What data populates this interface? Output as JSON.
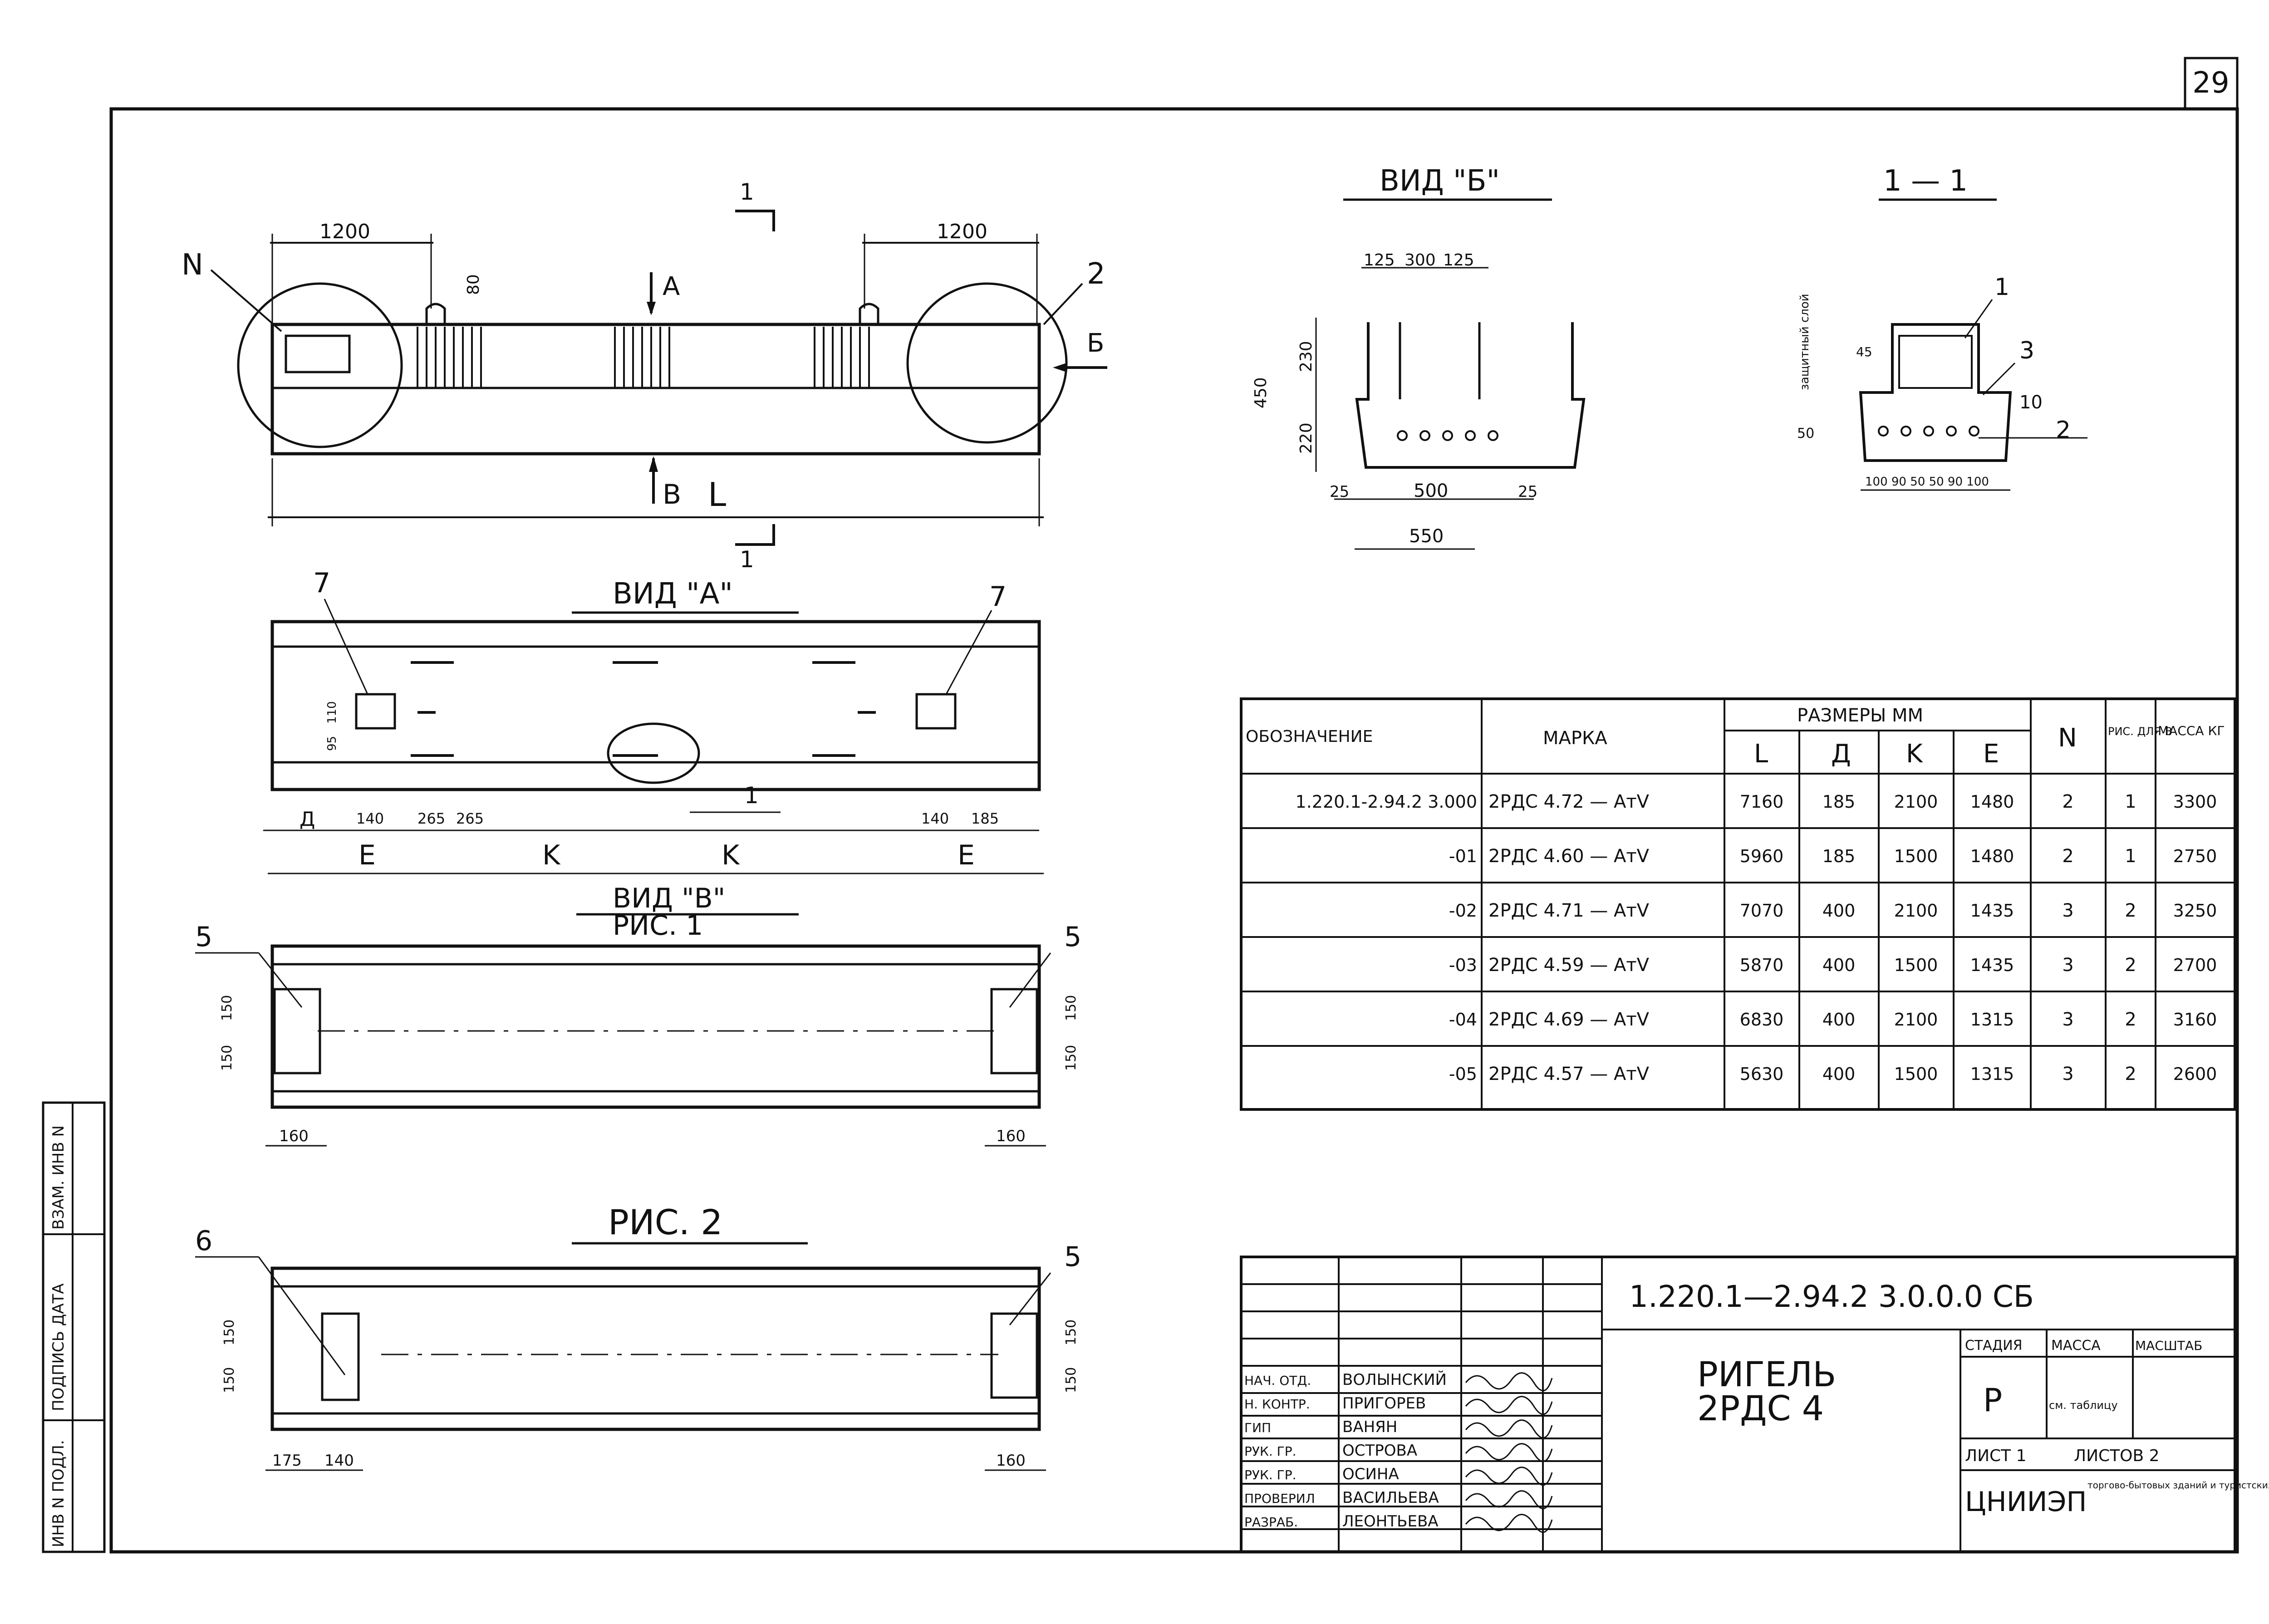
{
  "sheet_number": "29",
  "left_strip": [
    "ИНВ N ПОДЛ.",
    "ПОДПИСЬ  ДАТА",
    "ВЗАМ. ИНВ N"
  ],
  "elevation": {
    "dim_left": "1200",
    "dim_right": "1200",
    "dim_80": "80",
    "label_n": "N",
    "label_2": "2",
    "section_1": "1",
    "arrow_a": "A",
    "arrow_b": "Б",
    "arrow_v": "B",
    "dim_l": "L"
  },
  "view_b": {
    "title": "ВИД \"Б\"",
    "dims": {
      "top_125a": "125",
      "top_300": "300",
      "top_125b": "125",
      "h_450": "450",
      "h_230": "230",
      "h_220": "220",
      "b_25a": "25",
      "b_500": "500",
      "b_25b": "25",
      "b_550": "550"
    }
  },
  "section_1_1": {
    "title": "1 — 1",
    "cover_label": "защитный слой",
    "labels": {
      "l1": "1",
      "l3": "3",
      "l10": "10",
      "l2": "2",
      "d45": "45",
      "d50": "50"
    },
    "bottom_dims": "100 90 50 50 90 100"
  },
  "view_a": {
    "title": "ВИД \"А\"",
    "label_7a": "7",
    "label_7b": "7",
    "label_1": "1",
    "dims_left": [
      "95",
      "110"
    ],
    "dims_row": [
      "Д",
      "140",
      "265",
      "265",
      "140",
      "185"
    ],
    "dims_bottom": [
      "E",
      "K",
      "K",
      "E"
    ]
  },
  "view_v": {
    "title": "ВИД \"В\"",
    "subtitle": "РИС. 1",
    "label_5a": "5",
    "label_5b": "5",
    "dims": [
      "150",
      "150",
      "150",
      "150",
      "160",
      "160"
    ]
  },
  "fig2": {
    "title": "РИС. 2",
    "label_6": "6",
    "label_5": "5",
    "dims": [
      "150",
      "150",
      "150",
      "150",
      "175",
      "140",
      "160"
    ]
  },
  "table": {
    "headers": {
      "designation": "ОБОЗНАЧЕНИЕ",
      "mark": "МАРКА",
      "sizes": "РАЗМЕРЫ ММ",
      "n": "N",
      "fig": "РИС. ДЛЯ В",
      "mass": "МАССА КГ"
    },
    "size_cols": [
      "L",
      "Д",
      "K",
      "E"
    ],
    "rows": [
      {
        "designation": "1.220.1-2.94.2 3.000",
        "mark": "2РДС 4.72 — АтV",
        "L": "7160",
        "D": "185",
        "K": "2100",
        "E": "1480",
        "N": "2",
        "fig": "1",
        "mass": "3300"
      },
      {
        "designation": "-01",
        "mark": "2РДС 4.60 — АтV",
        "L": "5960",
        "D": "185",
        "K": "1500",
        "E": "1480",
        "N": "2",
        "fig": "1",
        "mass": "2750"
      },
      {
        "designation": "-02",
        "mark": "2РДС 4.71 — АтV",
        "L": "7070",
        "D": "400",
        "K": "2100",
        "E": "1435",
        "N": "3",
        "fig": "2",
        "mass": "3250"
      },
      {
        "designation": "-03",
        "mark": "2РДС 4.59 — АтV",
        "L": "5870",
        "D": "400",
        "K": "1500",
        "E": "1435",
        "N": "3",
        "fig": "2",
        "mass": "2700"
      },
      {
        "designation": "-04",
        "mark": "2РДС 4.69 — АтV",
        "L": "6830",
        "D": "400",
        "K": "2100",
        "E": "1315",
        "N": "3",
        "fig": "2",
        "mass": "3160"
      },
      {
        "designation": "-05",
        "mark": "2РДС 4.57 — АтV",
        "L": "5630",
        "D": "400",
        "K": "1500",
        "E": "1315",
        "N": "3",
        "fig": "2",
        "mass": "2600"
      }
    ]
  },
  "title_block": {
    "code": "1.220.1—2.94.2   3.0.0.0 СБ",
    "name_line1": "РИГЕЛЬ",
    "name_line2": "2РДС 4",
    "stage_label": "СТАДИЯ",
    "mass_label": "МАССА",
    "scale_label": "МАСШТАБ",
    "stage_value": "Р",
    "mass_value": "см. таблицу",
    "sheet_label": "ЛИСТ 1",
    "sheets_label": "ЛИСТОВ 2",
    "org": "ЦНИИЭП",
    "org_sub": "торгово-бытовых зданий и туристских комплексов",
    "staff": [
      {
        "role": "НАЧ. ОТД.",
        "name": "ВОЛЫНСКИЙ"
      },
      {
        "role": "Н. КОНТР.",
        "name": "ПРИГОРЕВ"
      },
      {
        "role": "ГИП",
        "name": "ВАНЯН"
      },
      {
        "role": "РУК. ГР.",
        "name": "ОСТРОВА"
      },
      {
        "role": "РУК. ГР.",
        "name": "ОСИНА"
      },
      {
        "role": "ПРОВЕРИЛ",
        "name": "ВАСИЛЬЕВА"
      },
      {
        "role": "РАЗРАБ.",
        "name": "ЛЕОНТЬЕВА"
      }
    ]
  }
}
